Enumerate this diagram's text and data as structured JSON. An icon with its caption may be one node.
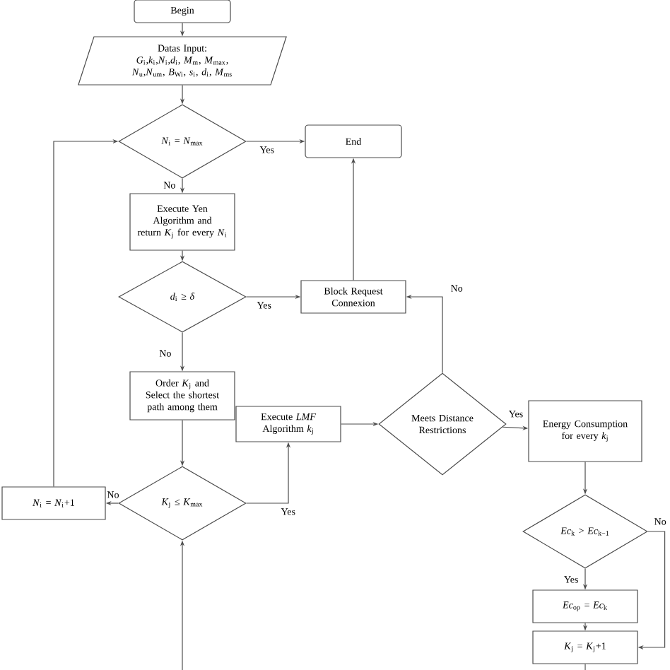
{
  "diagram": {
    "nodes": [
      {
        "text": [
          "Begin"
        ]
      },
      {
        "text": [
          "Datas Input:",
          "*G*$_{i}$,*k*$_{i}$,*N*$_{i}$,*d*$_{i}$, *M*$_{m}$, *M*$_{max}$, *N*$_{u}$,*N*$_{um}$, *B*$_{Wi}$, *s*$_{i}$, *d*$_{i}$, *M*$_{ms}$"
        ]
      },
      {
        "text": [
          "*N*$_{i}$ = *N*$_{max}$"
        ]
      },
      {
        "text": [
          "End"
        ]
      },
      {
        "text": [
          "Execute Yen Algorithm and return *K*$_{j}$ for every *N*$_{i}$"
        ]
      },
      {
        "text": [
          "*d*$_{i}$ ≥ *δ*"
        ]
      },
      {
        "text": [
          "Block Request Connexion"
        ]
      },
      {
        "text": [
          "Order *K*$_{j}$ and Select the shortest path among them"
        ]
      },
      {
        "text": [
          "Execute *LMF* Algorithm *k*$_{j}$"
        ]
      },
      {
        "text": [
          "Meets Distance Restrictions"
        ]
      },
      {
        "text": [
          "Energy Consumption for every *k*$_{j}$"
        ]
      },
      {
        "text": [
          "*N*$_{i}$ = *N*$_{i}$+1"
        ]
      },
      {
        "text": [
          "*K*$_{j}$ ≤ *K*$_{max}$"
        ]
      },
      {
        "text": [
          "*Ec*$_{k}$ > *Ec*$_{k−1}$"
        ]
      },
      {
        "text": [
          "*Ec*$_{op}$ = *Ec*$_{k}$"
        ]
      },
      {
        "text": [
          "*K*$_{j}$ = *K*$_{j}$+1"
        ]
      }
    ],
    "edges": [
      {
        "from": 0,
        "to": 1,
        "arrow": "to"
      },
      {
        "from": 1,
        "to": 2,
        "arrow": "to"
      },
      {
        "from": 2,
        "to": 3,
        "arrow": "to",
        "label": "Yes"
      },
      {
        "from": 2,
        "to": 4,
        "arrow": "to",
        "label": "No"
      },
      {
        "from": 4,
        "to": 5,
        "arrow": "to"
      },
      {
        "from": 5,
        "to": 6,
        "arrow": "to",
        "label": "Yes"
      },
      {
        "from": 6,
        "to": 3,
        "arrow": "to"
      },
      {
        "from": 5,
        "to": 7,
        "arrow": "to",
        "label": "No"
      },
      {
        "from": 7,
        "to": 12,
        "arrow": "to"
      },
      {
        "from": 12,
        "to": 8,
        "arrow": "to",
        "label": "Yes"
      },
      {
        "from": 12,
        "to": 11,
        "arrow": "to",
        "label": "No"
      },
      {
        "from": 11,
        "to": 2,
        "arrow": "to"
      },
      {
        "from": 8,
        "to": 9,
        "arrow": "to"
      },
      {
        "from": 9,
        "to": 10,
        "arrow": "to",
        "label": "Yes"
      },
      {
        "from": 9,
        "to": 6,
        "arrow": "to",
        "label": "No"
      },
      {
        "from": 10,
        "to": 13,
        "arrow": "to"
      },
      {
        "from": 13,
        "to": 14,
        "arrow": "to",
        "label": "Yes"
      },
      {
        "from": 13,
        "to": 15,
        "arrow": "to",
        "label": "No"
      },
      {
        "from": 14,
        "to": 15,
        "arrow": "to"
      },
      {
        "from": 15,
        "to": null,
        "arrow": "none"
      },
      {
        "from": null,
        "to": 12,
        "arrow": "to"
      }
    ]
  }
}
